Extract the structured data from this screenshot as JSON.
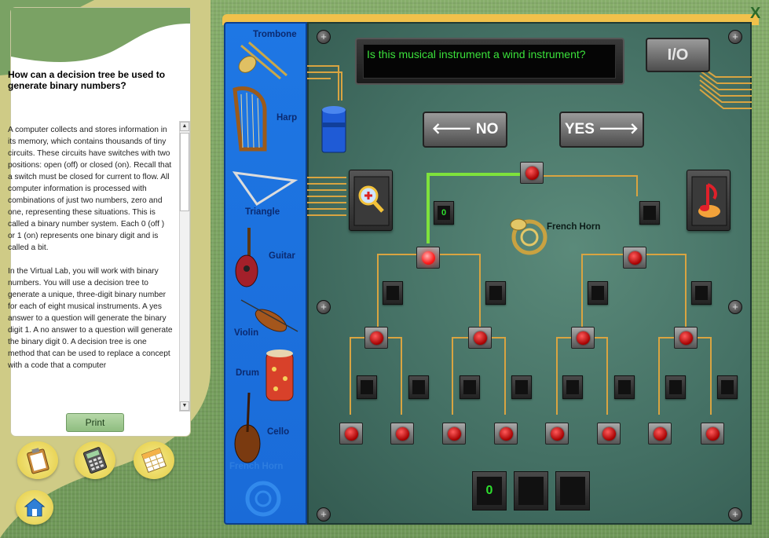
{
  "panel": {
    "title": "How can a decision tree be used to generate binary numbers?",
    "paragraph1": "A computer collects and stores information in its memory, which contains thousands of tiny circuits. These circuits have switches with two positions: open (off) or closed (on). Recall that a switch must be closed for current to flow. All computer information is processed with combinations of just two numbers, zero and one, representing these situations. This is called a binary number system. Each 0 (off ) or 1 (on) represents one binary digit and is called a bit.",
    "paragraph2": "In the Virtual Lab, you will work with binary numbers. You will use a decision tree to generate a unique, three-digit binary number for each of eight musical instruments. A yes answer to a question will generate the binary digit 1. A no answer to a question will generate the binary digit 0. A decision tree is one method that can be used to replace a concept with a code that a computer",
    "print_label": "Print"
  },
  "tools": [
    "clipboard-icon",
    "calculator-icon",
    "table-icon",
    "home-icon"
  ],
  "instruments": [
    {
      "label": "Trombone",
      "icon": "trombone-icon"
    },
    {
      "label": "Harp",
      "icon": "harp-icon"
    },
    {
      "label": "Triangle",
      "icon": "triangle-icon"
    },
    {
      "label": "Guitar",
      "icon": "guitar-icon"
    },
    {
      "label": "Violin",
      "icon": "violin-icon"
    },
    {
      "label": "Drum",
      "icon": "drum-icon"
    },
    {
      "label": "Cello",
      "icon": "cello-icon"
    },
    {
      "label": "French Horn",
      "icon": "french-horn-icon"
    }
  ],
  "board": {
    "question": "Is this musical instrument a wind instrument?",
    "io_label": "I/O",
    "no_label": "NO",
    "yes_label": "YES",
    "current_instrument": "French Horn",
    "first_bit": "0",
    "output_bits": [
      "0",
      "",
      ""
    ],
    "close_label": "X"
  },
  "colors": {
    "display_text": "#3be13b",
    "active_path": "#7ee23c",
    "trace": "#d9a441",
    "strip": "#1e77e4",
    "board": "#447064"
  }
}
